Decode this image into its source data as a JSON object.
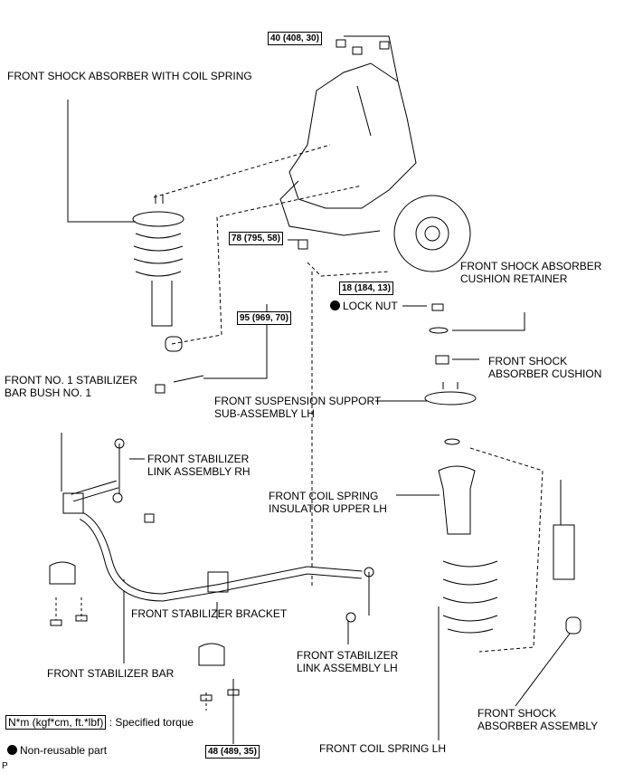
{
  "labels": {
    "shock_with_spring": "FRONT SHOCK ABSORBER WITH COIL SPRING",
    "cushion_retainer_1": "FRONT SHOCK ABSORBER",
    "cushion_retainer_2": "CUSHION RETAINER",
    "lock_nut": "LOCK NUT",
    "cushion_1": "FRONT SHOCK",
    "cushion_2": "ABSORBER CUSHION",
    "bush_1": "FRONT NO. 1 STABILIZER",
    "bush_2": "BAR BUSH NO. 1",
    "support_1": "FRONT SUSPENSION SUPPORT",
    "support_2": "SUB-ASSEMBLY LH",
    "link_rh_1": "FRONT STABILIZER",
    "link_rh_2": "LINK ASSEMBLY RH",
    "insulator_1": "FRONT COIL SPRING",
    "insulator_2": "INSULATOR UPPER LH",
    "bracket": "FRONT STABILIZER BRACKET",
    "link_lh_1": "FRONT STABILIZER",
    "link_lh_2": "LINK ASSEMBLY LH",
    "bar": "FRONT STABILIZER BAR",
    "shock_assy_1": "FRONT SHOCK",
    "shock_assy_2": "ABSORBER ASSEMBLY",
    "coil_spring": "FRONT COIL SPRING LH"
  },
  "torques": {
    "t40": "40 (408, 30)",
    "t78": "78 (795, 58)",
    "t18": "18 (184, 13)",
    "t95": "95 (969, 70)",
    "t48": "48 (489, 35)"
  },
  "legend": {
    "torque_unit": "N*m (kgf*cm, ft.*lbf)",
    "torque_desc": ": Specified torque",
    "nonreusable": "Non-reusable part"
  },
  "corner_mark": "P"
}
